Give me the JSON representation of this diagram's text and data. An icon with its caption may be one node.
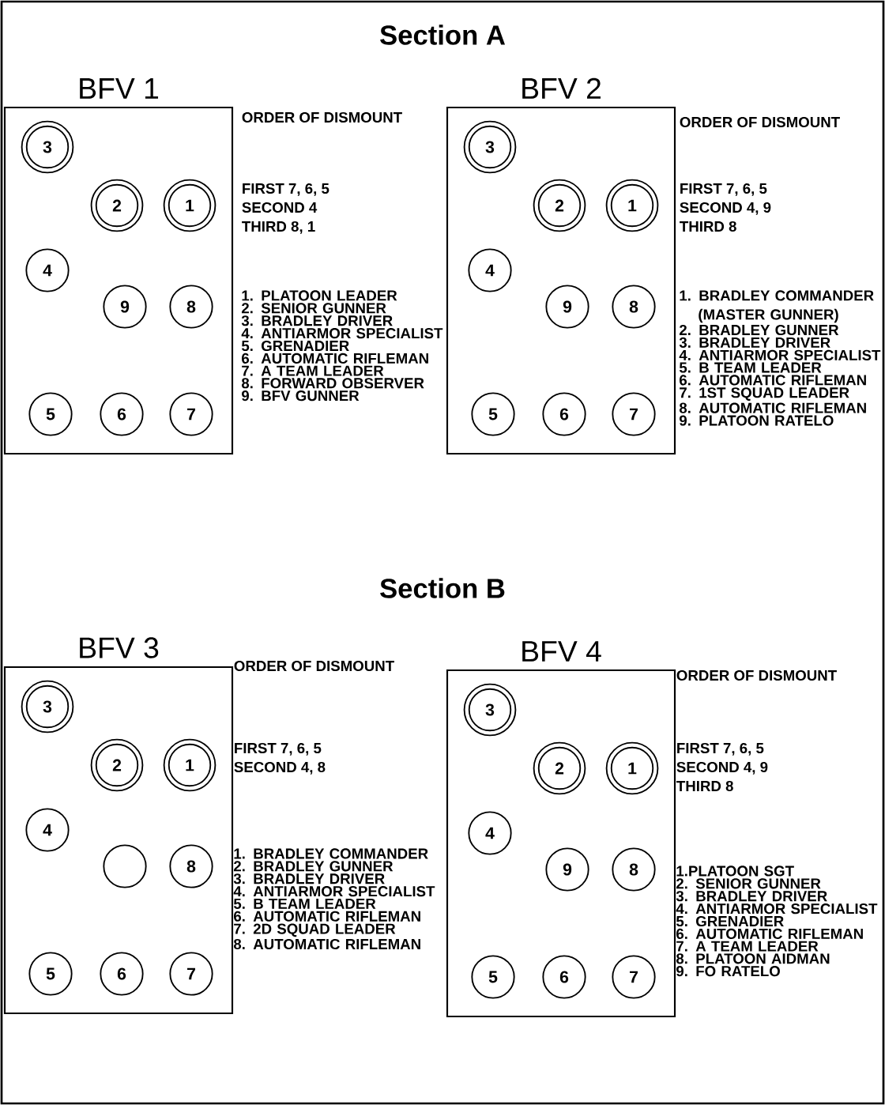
{
  "diagram": {
    "nodes": [
      {
        "text": [
          "BFV 1"
        ]
      },
      {
        "text": [
          "3"
        ],
        "in": 0
      },
      {
        "text": [
          "2"
        ],
        "in": 0
      },
      {
        "text": [
          "1"
        ],
        "in": 0
      },
      {
        "text": [
          "4"
        ],
        "in": 0
      },
      {
        "text": [
          "9"
        ],
        "in": 0
      },
      {
        "text": [
          "8"
        ],
        "in": 0
      },
      {
        "text": [
          "5"
        ],
        "in": 0
      },
      {
        "text": [
          "6"
        ],
        "in": 0
      },
      {
        "text": [
          "7"
        ],
        "in": 0
      },
      {
        "text": [
          "BFV 2"
        ]
      },
      {
        "text": [
          "3"
        ],
        "in": 10
      },
      {
        "text": [
          "2"
        ],
        "in": 10
      },
      {
        "text": [
          "1"
        ],
        "in": 10
      },
      {
        "text": [
          "4"
        ],
        "in": 10
      },
      {
        "text": [
          "9"
        ],
        "in": 10
      },
      {
        "text": [
          "8"
        ],
        "in": 10
      },
      {
        "text": [
          "5"
        ],
        "in": 10
      },
      {
        "text": [
          "6"
        ],
        "in": 10
      },
      {
        "text": [
          "7"
        ],
        "in": 10
      },
      {
        "text": [
          "BFV 3"
        ]
      },
      {
        "text": [
          "3"
        ],
        "in": 20
      },
      {
        "text": [
          "2"
        ],
        "in": 20
      },
      {
        "text": [
          "1"
        ],
        "in": 20
      },
      {
        "text": [
          "4"
        ],
        "in": 20
      },
      {
        "text": [],
        "shape": "circle",
        "in": 20
      },
      {
        "text": [
          "8"
        ],
        "in": 20
      },
      {
        "text": [
          "5"
        ],
        "in": 20
      },
      {
        "text": [
          "6"
        ],
        "in": 20
      },
      {
        "text": [
          "7"
        ],
        "in": 20
      },
      {
        "text": [
          "BFV 4"
        ]
      },
      {
        "text": [
          "3"
        ],
        "in": 30
      },
      {
        "text": [
          "2"
        ],
        "in": 30
      },
      {
        "text": [
          "1"
        ],
        "in": 30
      },
      {
        "text": [
          "4"
        ],
        "in": 30
      },
      {
        "text": [
          "9"
        ],
        "in": 30
      },
      {
        "text": [
          "8"
        ],
        "in": 30
      },
      {
        "text": [
          "5"
        ],
        "in": 30
      },
      {
        "text": [
          "6"
        ],
        "in": 30
      },
      {
        "text": [
          "7"
        ],
        "in": 30
      }
    ],
    "labels": [
      "Section A",
      "ORDER OF DISMOUNT",
      "FIRST 7, 6, 5",
      "SECOND 4",
      "THIRD 8, 1",
      "1. PLATOON LEADER",
      "2. SENIOR GUNNER",
      "3. BRADLEY DRIVER",
      "4. ANTIARMOR SPECIALIST",
      "5. GRENADIER",
      "6. AUTOMATIC RIFLEMAN",
      "7. A TEAM LEADER",
      "8. FORWARD OBSERVER",
      "9. BFV GUNNER",
      "ORDER OF DISMOUNT",
      "FIRST 7, 6, 5",
      "SECOND 4, 9",
      "THIRD 8",
      "1. BRADLEY COMMANDER (MASTER GUNNER)",
      "2. BRADLEY GUNNER",
      "3. BRADLEY DRIVER",
      "4. ANTIARMOR SPECIALIST",
      "5. B TEAM LEADER",
      "6. AUTOMATIC RIFLEMAN",
      "7. 1ST SQUAD LEADER",
      "8. AUTOMATIC RIFLEMAN",
      "9. PLATOON RATELO",
      "Section B",
      "ORDER OF DISMOUNT",
      "FIRST 7, 6, 5",
      "SECOND 4, 8",
      "1. BRADLEY COMMANDER",
      "2. BRADLEY GUNNER",
      "3. BRADLEY DRIVER",
      "4. ANTIARMOR SPECIALIST",
      "5. B TEAM LEADER",
      "6. AUTOMATIC RIFLEMAN",
      "7. 2D SQUAD LEADER",
      "8. AUTOMATIC RIFLEMAN",
      "ORDER OF DISMOUNT",
      "FIRST 7, 6, 5",
      "SECOND 4, 9",
      "THIRD 8",
      "1.PLATOON SGT",
      "2. SENIOR GUNNER",
      "3. BRADLEY DRIVER",
      "4. ANTIARMOR SPECIALIST",
      "5. GRENADIER",
      "6. AUTOMATIC RIFLEMAN",
      "7. A TEAM LEADER",
      "8. PLATOON AIDMAN",
      "9. FO RATELO"
    ]
  }
}
